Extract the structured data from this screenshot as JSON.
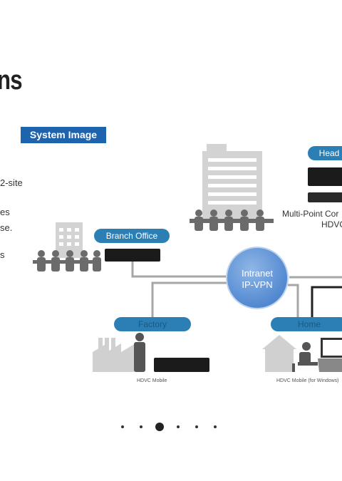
{
  "heading": "ns",
  "system_image_label": "System Image",
  "side_text": [
    "2-site",
    "es",
    "se.",
    "s"
  ],
  "nodes": {
    "branch_office": "Branch Office",
    "headquarters_partial": "Head",
    "factory": "Factory",
    "home": "Home",
    "network": {
      "line1": "Intranet",
      "line2": "IP-VPN"
    },
    "mcu_label_line1": "Multi-Point Cor",
    "mcu_label_line2": "HDVC",
    "factory_device_label": "HDVC Mobile",
    "home_device_label": "HDVC Mobile (for Windows)"
  },
  "carousel": {
    "count": 6,
    "active_index": 2
  },
  "colors": {
    "badge_blue": "#1d63ae",
    "pill_blue": "#2b7fb4",
    "line_gray": "#a6a6a6",
    "cloud_blue": "#5a8fd4"
  }
}
